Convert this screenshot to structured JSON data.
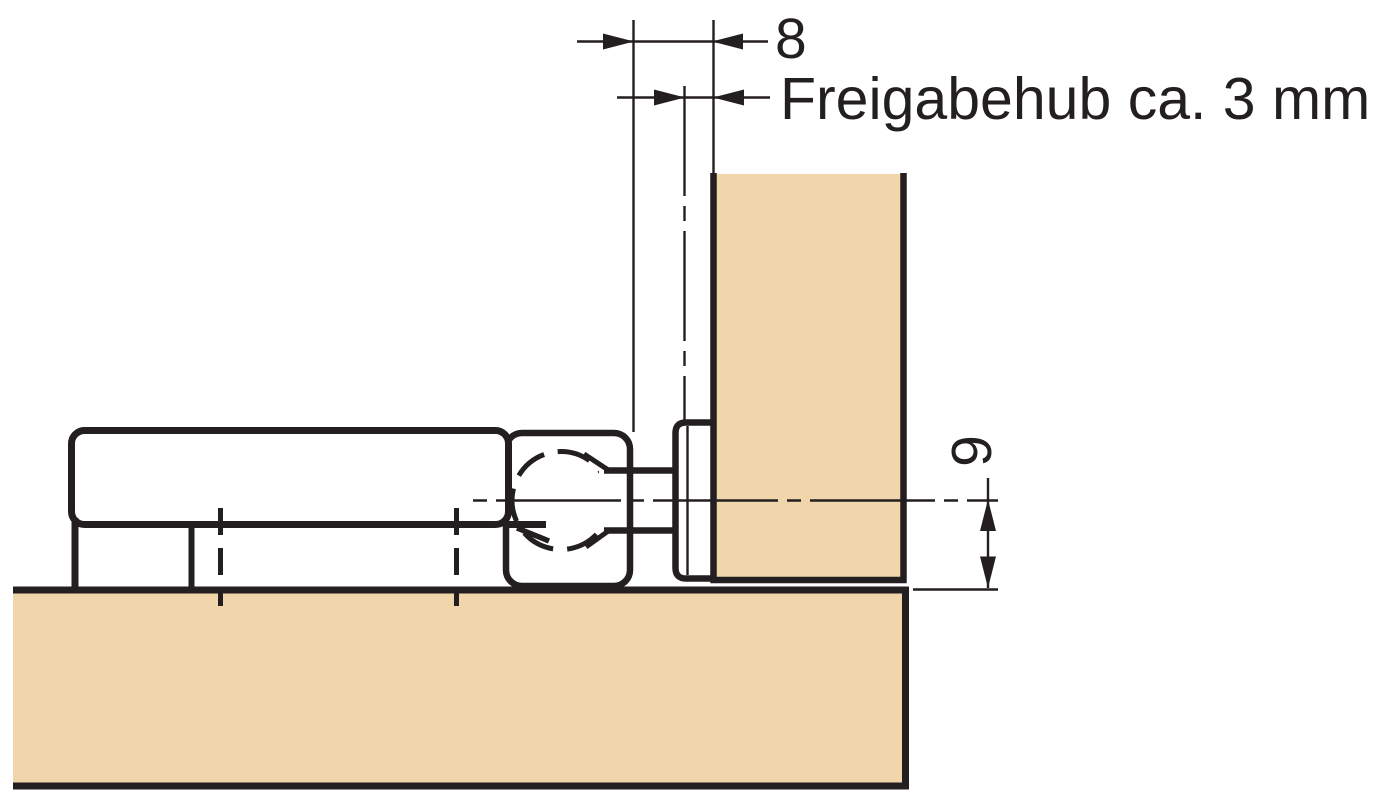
{
  "colors": {
    "ink": "#231f20",
    "wood": "#f0d6aa",
    "background": "#ffffff"
  },
  "drawing": {
    "type": "technical-section",
    "subject": "concealed furniture hinge mounted between a cabinet bottom panel and a door panel",
    "dimensions": {
      "top_offset": {
        "value": "8"
      },
      "release_stroke": {
        "value": "Freigabehub ca. 3 mm"
      },
      "bottom_clearance": {
        "value": "9"
      }
    }
  }
}
